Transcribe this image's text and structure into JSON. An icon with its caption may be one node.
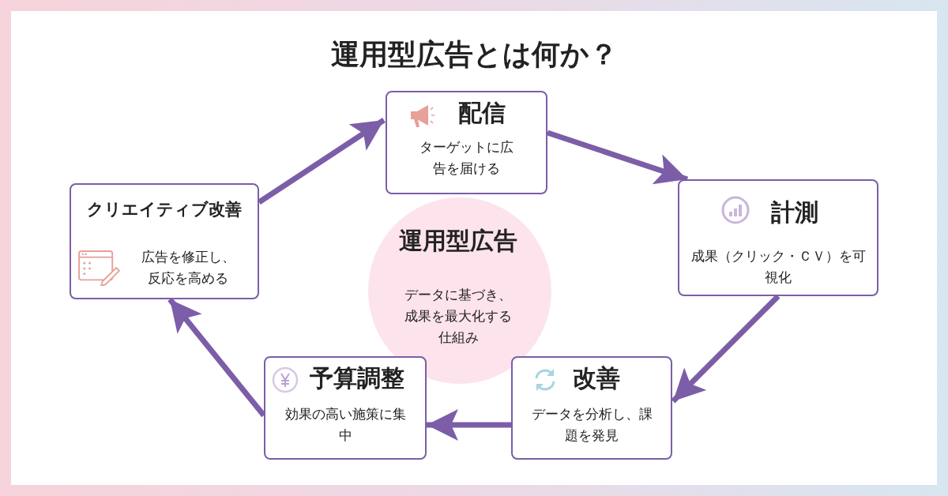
{
  "diagram": {
    "title": "運用型広告とは何か？",
    "nodes": [
      {
        "text": [
          "運用型広告",
          "データに基づき、成果を最大化する仕組み"
        ]
      },
      {
        "text": [
          "配信",
          "ターゲットに広告を届ける"
        ]
      },
      {
        "text": [
          "計測",
          "成果（クリック・ＣＶ）を可視化"
        ]
      },
      {
        "text": [
          "改善",
          "データを分析し、課題を発見"
        ]
      },
      {
        "text": [
          "予算調整",
          "効果の高い施策に集中"
        ]
      },
      {
        "text": [
          "クリエイティブ改善",
          "広告を修正し、反応を高める"
        ]
      }
    ],
    "edges": [
      {
        "from": 5,
        "to": 1,
        "arrow": "to"
      },
      {
        "from": 1,
        "to": 2,
        "arrow": "to"
      },
      {
        "from": 2,
        "to": 3,
        "arrow": "to"
      },
      {
        "from": 3,
        "to": 4,
        "arrow": "to"
      },
      {
        "from": 4,
        "to": 5,
        "arrow": "to"
      }
    ]
  }
}
